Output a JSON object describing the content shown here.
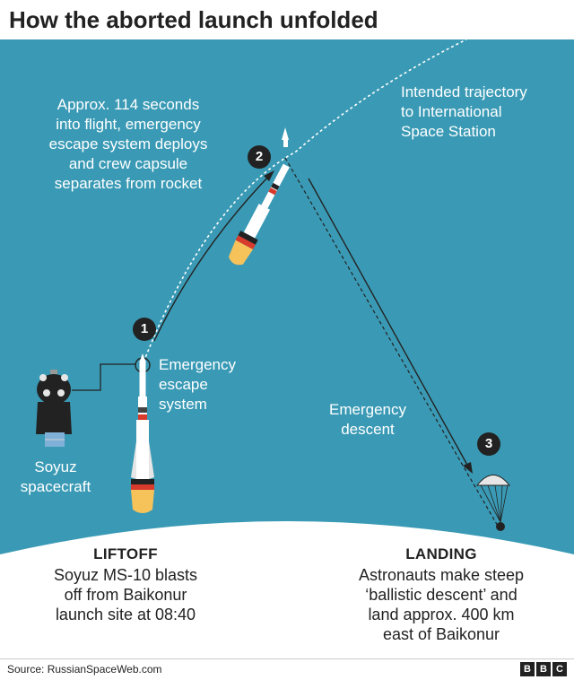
{
  "title": "How the aborted launch unfolded",
  "labels": {
    "separation": [
      "Approx. 114 seconds",
      "into flight, emergency",
      "escape system deploys",
      "and crew capsule",
      "separates from rocket"
    ],
    "trajectory": [
      "Intended trajectory",
      "to International",
      "Space Station"
    ],
    "escape_system": [
      "Emergency",
      "escape",
      "system"
    ],
    "descent": [
      "Emergency",
      "descent"
    ],
    "spacecraft": [
      "Soyuz",
      "spacecraft"
    ]
  },
  "steps": [
    "1",
    "2",
    "3"
  ],
  "liftoff": {
    "heading": "LIFTOFF",
    "lines": [
      "Soyuz MS-10 blasts",
      "off from Baikonur",
      "launch site at 08:40"
    ]
  },
  "landing": {
    "heading": "LANDING",
    "lines": [
      "Astronauts make steep",
      "‘ballistic descent’ and",
      "land approx. 400 km",
      "east of Baikonur"
    ]
  },
  "footer": {
    "source": "Source: RussianSpaceWeb.com",
    "logo": [
      "B",
      "B",
      "C"
    ]
  },
  "icons": [
    "soyuz-capsule-icon",
    "rocket-icon",
    "parachute-icon",
    "escape-tower-icon"
  ],
  "colors": {
    "sky": "#3a9ab5",
    "ground": "#ffffff",
    "rocket_flame": "#f6c35b",
    "rocket_stripe_red": "#d83a2c",
    "badge": "#222222"
  }
}
